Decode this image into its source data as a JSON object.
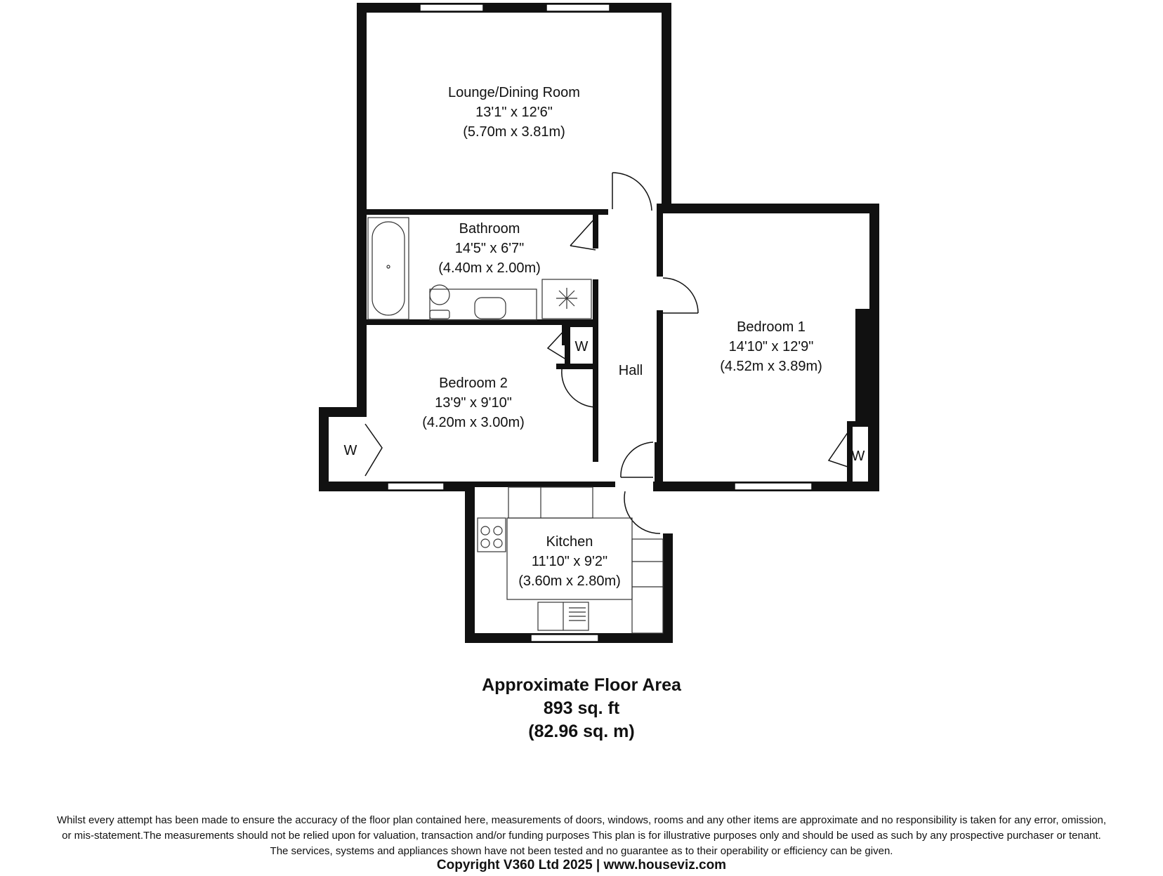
{
  "rooms": {
    "lounge": {
      "name": "Lounge/Dining Room",
      "imperial": "13'1\" x 12'6\"",
      "metric": "(5.70m x 3.81m)"
    },
    "bathroom": {
      "name": "Bathroom",
      "imperial": "14'5\" x 6'7\"",
      "metric": "(4.40m x 2.00m)"
    },
    "bedroom1": {
      "name": "Bedroom 1",
      "imperial": "14'10\" x 12'9\"",
      "metric": "(4.52m x 3.89m)"
    },
    "bedroom2": {
      "name": "Bedroom 2",
      "imperial": "13'9\" x 9'10\"",
      "metric": "(4.20m x 3.00m)"
    },
    "kitchen": {
      "name": "Kitchen",
      "imperial": "11'10\" x 9'2\"",
      "metric": "(3.60m x 2.80m)"
    },
    "hall": {
      "name": "Hall"
    }
  },
  "wardrobe_label": "W",
  "area": {
    "title": "Approximate Floor Area",
    "imperial": "893 sq. ft",
    "metric": "(82.96 sq. m)"
  },
  "disclaimer": {
    "line1": "Whilst every attempt has been made to ensure the accuracy of the floor plan contained here, measurements of doors, windows, rooms and any other items are approximate and no responsibility is taken for any error, omission,",
    "line2": "or mis-statement.The measurements should not be relied upon for valuation, transaction and/or funding purposes This plan is for illustrative purposes only and should be used as such by any prospective purchaser or tenant.",
    "line3": "The services, systems and appliances shown have not been tested and no guarantee as to their operability or efficiency can be given."
  },
  "copyright": "Copyright V360 Ltd 2025 | www.houseviz.com"
}
